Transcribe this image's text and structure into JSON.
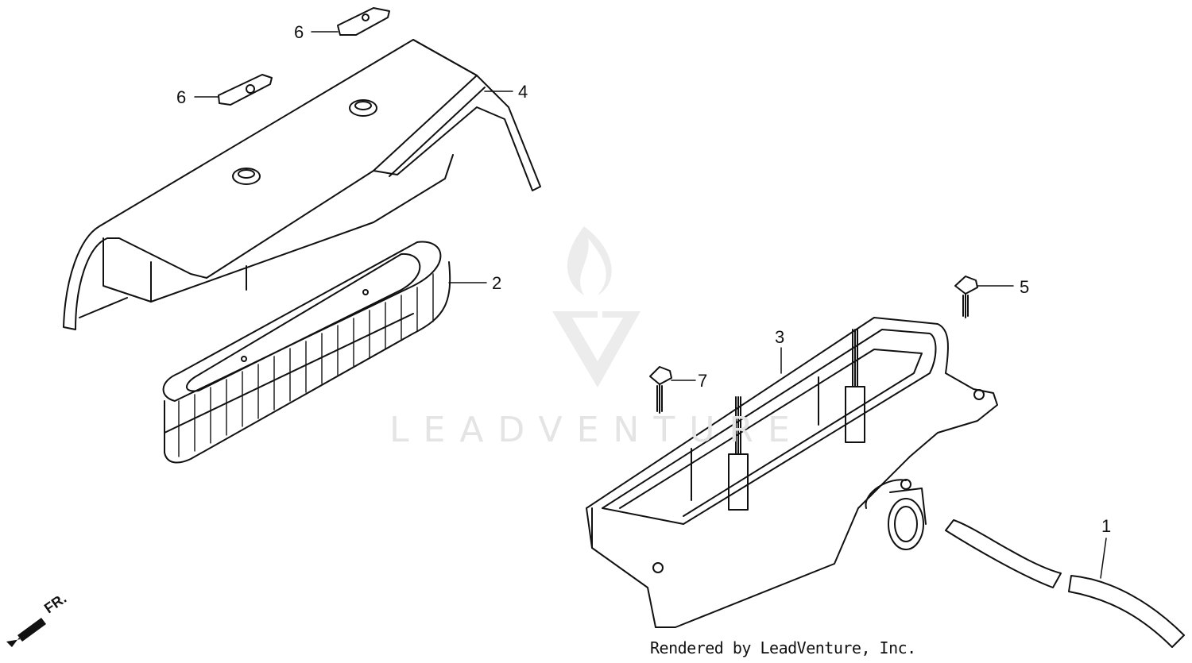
{
  "diagram": {
    "watermark": "LEADVENTURE",
    "credit": "Rendered by LeadVenture, Inc.",
    "front_marker": "FR.",
    "callouts": {
      "part_1": "1",
      "part_2": "2",
      "part_3": "3",
      "part_4": "4",
      "part_5": "5",
      "part_6a": "6",
      "part_6b": "6",
      "part_7": "7"
    },
    "icons": [
      "flame-v-logo-icon",
      "front-arrow-icon"
    ]
  }
}
